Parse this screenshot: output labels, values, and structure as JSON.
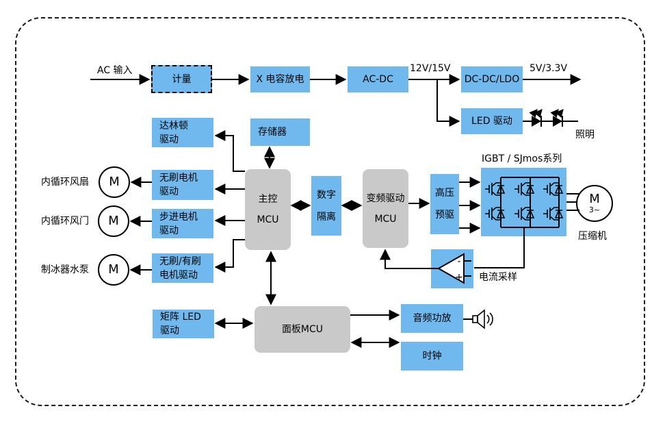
{
  "colors": {
    "block_blue": "#70B9EE",
    "block_gray": "#C9C9C9",
    "line": "#000000",
    "background": "#FFFFFF",
    "frame_border": "#1A1A1A"
  },
  "power": {
    "ac_input_label": "AC 输入",
    "metering": "计量",
    "x_cap_discharge": "X 电容放电",
    "ac_dc": "AC-DC",
    "rail_12v": "12V/15V",
    "dc_dc_ldo": "DC-DC/LDO",
    "rail_5v": "5V/3.3V",
    "led_driver": "LED 驱动",
    "lighting_label": "照明"
  },
  "drivers": {
    "darlington_l1": "达林顿",
    "darlington_l2": "驱动",
    "bldc_l1": "无刷电机",
    "bldc_l2": "驱动",
    "stepper_l1": "步进电机",
    "stepper_l2": "驱动",
    "brush_l1": "无刷/有刷",
    "brush_l2": "电机驱动",
    "matrix_led_l1": "矩阵 LED",
    "matrix_led_l2": "驱动"
  },
  "loads": {
    "fan_label": "内循环风扇",
    "damper_label": "内循环风门",
    "pump_label": "制冰器水泵",
    "motor_symbol": "M",
    "compressor_symbol": "M",
    "compressor_phase": "3~",
    "compressor_label": "压缩机"
  },
  "core": {
    "memory": "存储器",
    "main_mcu_l1": "主控",
    "main_mcu_l2": "MCU",
    "isolation_l1": "数字",
    "isolation_l2": "隔离",
    "inverter_mcu_l1": "变频驱动",
    "inverter_mcu_l2": "MCU",
    "predriver_l1": "高压",
    "predriver_l2": "预驱",
    "igbt_title": "IGBT / SJmos系列",
    "current_sense_label": "电流采样",
    "opamp_minus": "-",
    "opamp_plus": "+"
  },
  "panel": {
    "panel_mcu": "面板MCU",
    "audio_amp": "音频功放",
    "clock": "时钟"
  }
}
